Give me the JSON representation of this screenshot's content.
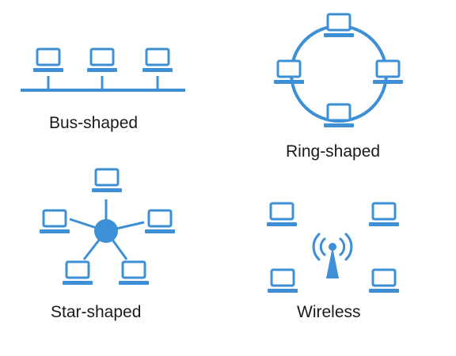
{
  "colors": {
    "accent": "#3d8fd6",
    "text": "#1a1a1a",
    "background": "#ffffff"
  },
  "topologies": {
    "bus": {
      "label": "Bus-shaped",
      "icon": "bus-topology-icon"
    },
    "ring": {
      "label": "Ring-shaped",
      "icon": "ring-topology-icon"
    },
    "star": {
      "label": "Star-shaped",
      "icon": "star-topology-icon"
    },
    "wireless": {
      "label": "Wireless",
      "icon": "wireless-topology-icon"
    }
  }
}
